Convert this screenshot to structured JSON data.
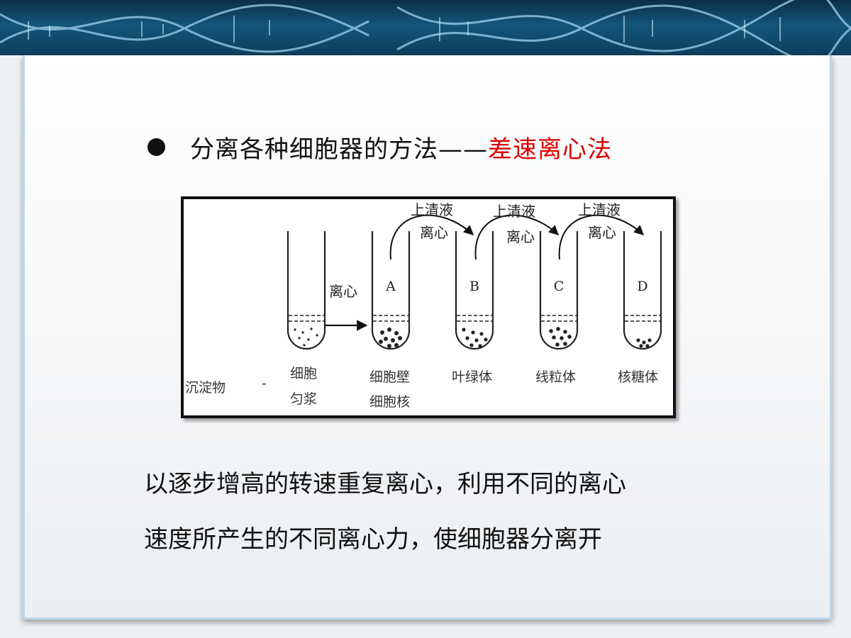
{
  "colors": {
    "banner": "#0e3e5e",
    "highlight": "#e00000",
    "panel_border": "#bcd6ea"
  },
  "title": {
    "prefix": "分离各种细胞器的方法——",
    "highlight": "差速离心法"
  },
  "diagram": {
    "label_sediment": "沉淀物",
    "label_dash": "-",
    "arrow_label": "离心",
    "homogenate": [
      "细胞",
      "匀浆"
    ],
    "transfers": [
      {
        "top": "上清液",
        "bottom": "离心"
      },
      {
        "top": "上清液",
        "bottom": "离心"
      },
      {
        "top": "上清液",
        "bottom": "离心"
      }
    ],
    "tubes": [
      {
        "letter": "A",
        "labels": [
          "细胞壁",
          "细胞核"
        ]
      },
      {
        "letter": "B",
        "labels": [
          "叶绿体"
        ]
      },
      {
        "letter": "C",
        "labels": [
          "线粒体"
        ]
      },
      {
        "letter": "D",
        "labels": [
          "核糖体"
        ]
      }
    ]
  },
  "body": {
    "line1": "以逐步增高的转速重复离心，利用不同的离心",
    "line2": "速度所产生的不同离心力，使细胞器分离开"
  }
}
